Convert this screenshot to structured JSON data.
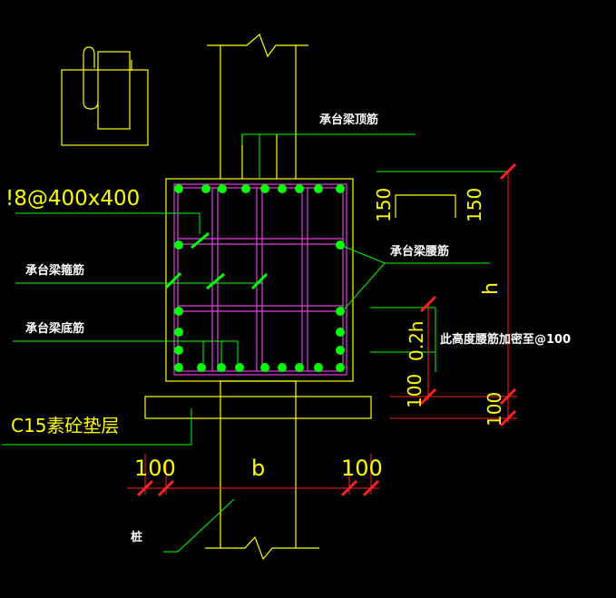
{
  "colors": {
    "background": "#000000",
    "concrete": "#ffff00",
    "rebar": "#e040e0",
    "bar_dot": "#00ff00",
    "leader": "#00ff00",
    "dimension": "#ff2020",
    "label": "#ffffff",
    "dim_text": "#ffff00"
  },
  "labels": {
    "top_bar": "承台梁顶筋",
    "tie_spec": "!8@400x400",
    "web_bar": "承台梁腰筋",
    "stirrup": "承台梁箍筋",
    "bottom_bar": "承台梁底筋",
    "web_note": "此高度腰筋加密至@100",
    "cushion": "C15素砼垫层",
    "pile": "桩"
  },
  "dims": {
    "hook_a": "150",
    "hook_b": "150",
    "height": "h",
    "dense_zone": "0.2h",
    "cover_in": "100",
    "cover_out": "100",
    "left_ext": "100",
    "right_ext": "100",
    "width": "b"
  }
}
